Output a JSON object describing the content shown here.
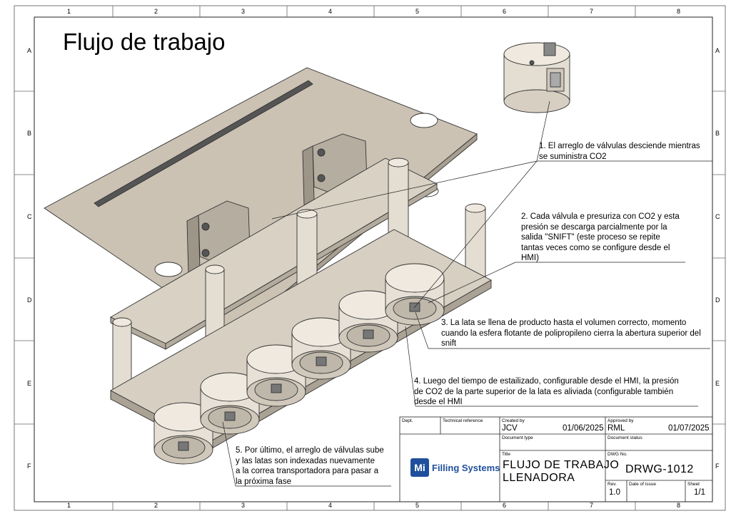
{
  "drawing": {
    "title": "Flujo de trabajo",
    "zones": {
      "columns": [
        "1",
        "2",
        "3",
        "4",
        "5",
        "6",
        "7",
        "8"
      ],
      "rows": [
        "A",
        "B",
        "C",
        "D",
        "E",
        "F"
      ]
    },
    "notes": [
      {
        "lines": [
          "1.     El arreglo de válvulas desciende mientras",
          "se suministra CO2"
        ]
      },
      {
        "lines": [
          "2. Cada válvula e presuriza con CO2 y esta",
          "presión se descarga parcialmente por la",
          "salida \"SNIFT\" (este proceso se repite",
          "tantas veces como se configure desde el",
          "HMI)"
        ]
      },
      {
        "lines": [
          "3. La lata se llena de producto hasta el volumen correcto, momento",
          "cuando la esfera flotante de polipropileno cierra la abertura superior del",
          "snift"
        ]
      },
      {
        "lines": [
          " 4. Luego del tiempo de estailizado, configurable desde el HMI, la presión",
          "de CO2 de la parte superior de la lata es aliviada (configurable también",
          "desde el HMI"
        ]
      },
      {
        "lines": [
          "5. Por último, el arreglo de válvulas sube",
          "y las latas son indexadas nuevamente",
          "a la correa transportadora para pasar a",
          "la próxima fase"
        ]
      }
    ]
  },
  "title_block": {
    "labels": {
      "dept": "Dept.",
      "technical_reference": "Technical reference",
      "created_by": "Created by",
      "approved_by": "Approved by",
      "document_type": "Document type",
      "document_status": "Document status",
      "title": "Title",
      "dwg_no": "DWG No.",
      "rev": "Rev.",
      "date_of_issue": "Date of issue",
      "sheet": "Sheet"
    },
    "created_by": "JCV",
    "created_date": "01/06/2025",
    "approved_by": "RML",
    "approved_date": "01/07/2025",
    "title_line1": "FLUJO DE TRABAJO",
    "title_line2": "LLENADORA",
    "dwg_no": "DRWG-1012",
    "rev": "1.0",
    "sheet": "1/1",
    "logo_mark": "Mi",
    "logo_text": "Filling Systems"
  }
}
